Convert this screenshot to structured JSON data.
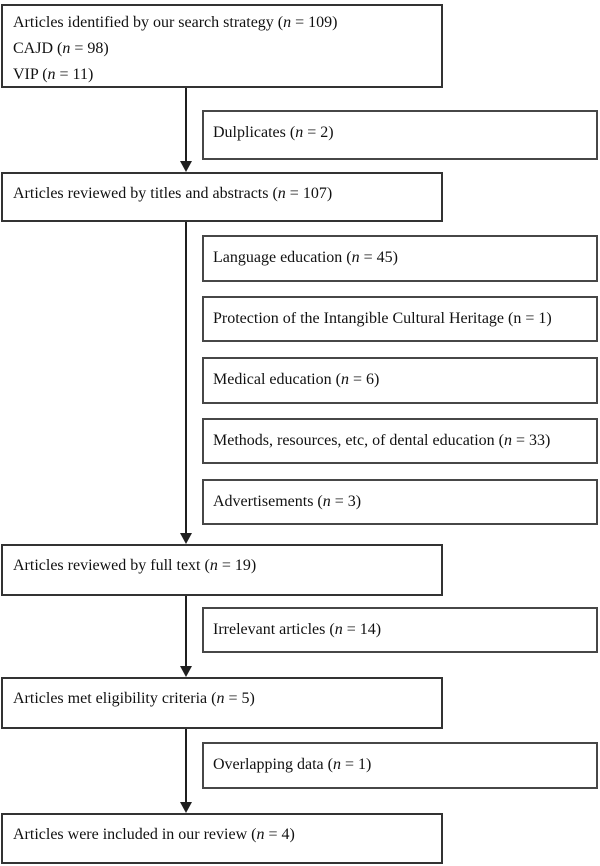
{
  "diagram": {
    "background": "#ffffff",
    "main_border_color": "#333333",
    "side_border_color": "#474747",
    "arrow_color": "#1f1f1f",
    "text_color": "#111111",
    "main_boxes": [
      {
        "id": "articles-identified",
        "lines": [
          {
            "segments": [
              {
                "t": "Articles identified by our search strategy ("
              },
              {
                "t": "n",
                "i": true
              },
              {
                "t": " = 109)"
              }
            ]
          },
          {
            "segments": [
              {
                "t": "CAJD ("
              },
              {
                "t": "n",
                "i": true
              },
              {
                "t": " = 98)"
              }
            ]
          },
          {
            "segments": [
              {
                "t": "VIP ("
              },
              {
                "t": "n",
                "i": true
              },
              {
                "t": " = 11)"
              }
            ]
          }
        ]
      },
      {
        "id": "titles-abstracts",
        "lines": [
          {
            "segments": [
              {
                "t": "Articles reviewed by titles and abstracts ("
              },
              {
                "t": "n",
                "i": true
              },
              {
                "t": " = 107)"
              }
            ]
          }
        ]
      },
      {
        "id": "full-text",
        "lines": [
          {
            "segments": [
              {
                "t": "Articles reviewed by full text ("
              },
              {
                "t": "n",
                "i": true
              },
              {
                "t": " = 19)"
              }
            ]
          }
        ]
      },
      {
        "id": "eligibility",
        "lines": [
          {
            "segments": [
              {
                "t": "Articles met eligibility criteria ("
              },
              {
                "t": "n",
                "i": true
              },
              {
                "t": " = 5)"
              }
            ]
          }
        ]
      },
      {
        "id": "included",
        "lines": [
          {
            "segments": [
              {
                "t": "Articles were included in our review ("
              },
              {
                "t": "n",
                "i": true
              },
              {
                "t": " = 4)"
              }
            ]
          }
        ]
      }
    ],
    "side_boxes": [
      {
        "id": "duplicates",
        "segments": [
          {
            "t": "Dulplicates ("
          },
          {
            "t": "n",
            "i": true
          },
          {
            "t": " = 2)"
          }
        ]
      },
      {
        "id": "language-education",
        "segments": [
          {
            "t": "Language education ("
          },
          {
            "t": "n",
            "i": true
          },
          {
            "t": " = 45)"
          }
        ]
      },
      {
        "id": "intangible-heritage",
        "segments": [
          {
            "t": "Protection of the Intangible Cultural Heritage (n = 1)"
          }
        ]
      },
      {
        "id": "medical-education",
        "segments": [
          {
            "t": "Medical education ("
          },
          {
            "t": "n",
            "i": true
          },
          {
            "t": " = 6)"
          }
        ]
      },
      {
        "id": "dental-education-methods",
        "segments": [
          {
            "t": "Methods, resources, etc, of dental education ("
          },
          {
            "t": "n",
            "i": true
          },
          {
            "t": " = 33)"
          }
        ]
      },
      {
        "id": "advertisements",
        "segments": [
          {
            "t": "Advertisements ("
          },
          {
            "t": "n",
            "i": true
          },
          {
            "t": " = 3)"
          }
        ]
      },
      {
        "id": "irrelevant-articles",
        "segments": [
          {
            "t": "Irrelevant articles ("
          },
          {
            "t": "n",
            "i": true
          },
          {
            "t": " = 14)"
          }
        ]
      },
      {
        "id": "overlapping-data",
        "segments": [
          {
            "t": "Overlapping data ("
          },
          {
            "t": "n",
            "i": true
          },
          {
            "t": " = 1)"
          }
        ]
      }
    ]
  }
}
